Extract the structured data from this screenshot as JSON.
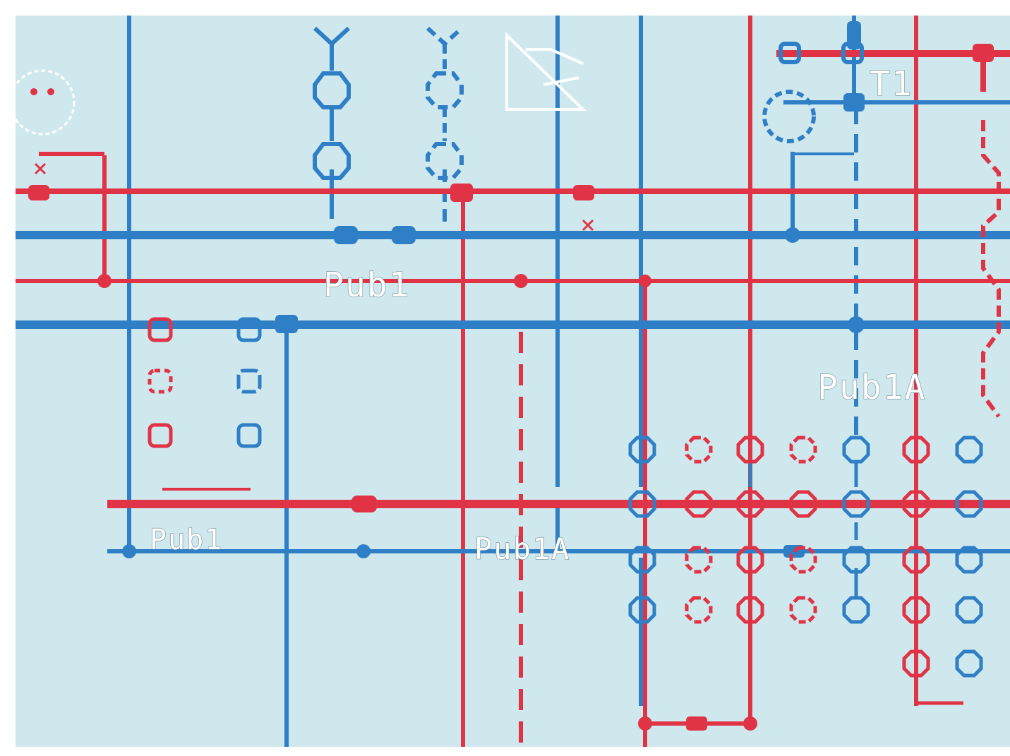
{
  "colors": {
    "background": "#cfe8ee",
    "frame": "#ffffff",
    "red_layer": "#e03345",
    "blue_layer": "#2f7fc6",
    "label_fill": "#ffffff",
    "label_outline": "#6d8a98"
  },
  "labels": {
    "pub1_top": "Pub1",
    "pub1_bottom": "Pub1",
    "pub1a_middle": "Pub1A",
    "pub1a_right": "Pub1A",
    "t_top_right": "T1"
  }
}
